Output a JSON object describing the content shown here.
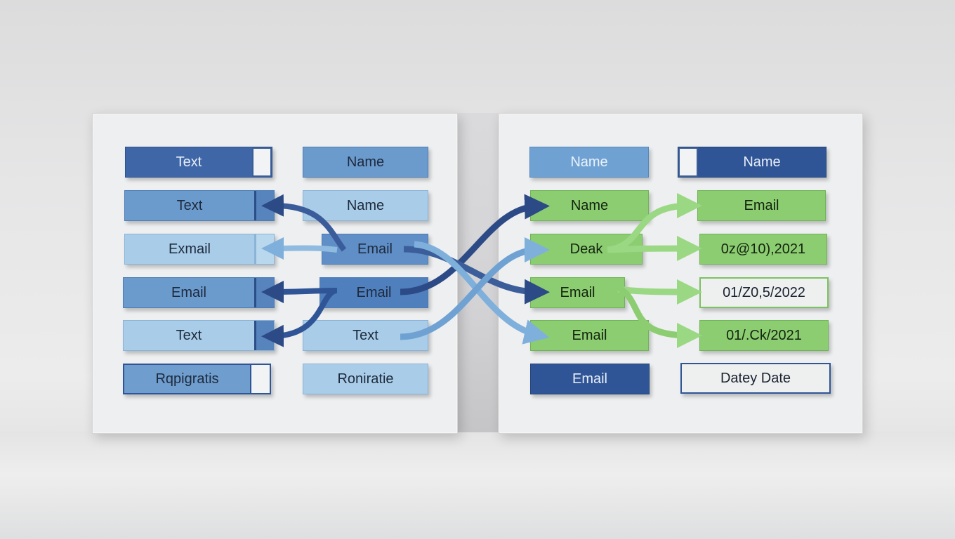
{
  "diagram": {
    "description": "3D field-mapping illustration: two panels of labeled fields connected by curved arrows",
    "colors": {
      "background": "#e6e6e7",
      "panel": "#eeeff0",
      "blue_dark": "#3f67a8",
      "blue_mid": "#6b9bcd",
      "blue_light": "#a9cde8",
      "navy": "#2f5596",
      "green": "#8ccd72",
      "arrow_navy": "#2c4a86",
      "arrow_light": "#7fb0dc",
      "arrow_green": "#9ad883"
    },
    "left_panel": {
      "column_a": [
        {
          "label": "Text",
          "style": "dark",
          "tab": "white"
        },
        {
          "label": "Text",
          "style": "mid",
          "tab": "arrow"
        },
        {
          "label": "Exmail",
          "style": "light",
          "tab": "arrow"
        },
        {
          "label": "Email",
          "style": "mid",
          "tab": "arrow"
        },
        {
          "label": "Text",
          "style": "light",
          "tab": "arrow"
        },
        {
          "label": "Rqpigratis",
          "style": "mid-outline",
          "tab": "white"
        }
      ],
      "column_b": [
        {
          "label": "Name",
          "style": "mid"
        },
        {
          "label": "Name",
          "style": "light"
        },
        {
          "label": "Email",
          "style": "mid"
        },
        {
          "label": "Email",
          "style": "mid"
        },
        {
          "label": "Text",
          "style": "light"
        },
        {
          "label": "Roniratie",
          "style": "light"
        }
      ]
    },
    "right_panel": {
      "column_a": [
        {
          "label": "Name",
          "style": "sky"
        },
        {
          "label": "Name",
          "style": "green"
        },
        {
          "label": "Deak",
          "style": "green"
        },
        {
          "label": "Email",
          "style": "green"
        },
        {
          "label": "Email",
          "style": "green"
        },
        {
          "label": "Email",
          "style": "navy"
        }
      ],
      "column_b": [
        {
          "label": "Name",
          "style": "navy",
          "tab": "white"
        },
        {
          "label": "Email",
          "style": "green"
        },
        {
          "label": "0z@10),2021",
          "style": "green"
        },
        {
          "label": "01/Z0,5/2022",
          "style": "white-green-outline"
        },
        {
          "label": "01/.Ck/2021",
          "style": "green"
        },
        {
          "label": "Datey Date",
          "style": "white-navy-outline"
        }
      ]
    },
    "connections": [
      {
        "from": "left.column_b.2",
        "to": "left.column_a.1",
        "color": "navy"
      },
      {
        "from": "left.column_b.2",
        "to": "left.column_a.2",
        "color": "light"
      },
      {
        "from": "left.column_b.3",
        "to": "left.column_a.3",
        "color": "navy"
      },
      {
        "from": "left.column_b.3",
        "to": "left.column_a.4",
        "color": "navy"
      },
      {
        "from": "left.column_b.3",
        "to": "right.column_a.1",
        "color": "navy"
      },
      {
        "from": "left.column_b.2",
        "to": "right.column_a.3",
        "color": "navy"
      },
      {
        "from": "left.column_b.2",
        "to": "right.column_a.4",
        "color": "light"
      },
      {
        "from": "left.column_b.4",
        "to": "right.column_a.2",
        "color": "light"
      },
      {
        "from": "right.column_a.2",
        "to": "right.column_b.1",
        "color": "green"
      },
      {
        "from": "right.column_a.2",
        "to": "right.column_b.2",
        "color": "green"
      },
      {
        "from": "right.column_a.3",
        "to": "right.column_b.3",
        "color": "green"
      },
      {
        "from": "right.column_a.3",
        "to": "right.column_b.4",
        "color": "green"
      }
    ]
  }
}
